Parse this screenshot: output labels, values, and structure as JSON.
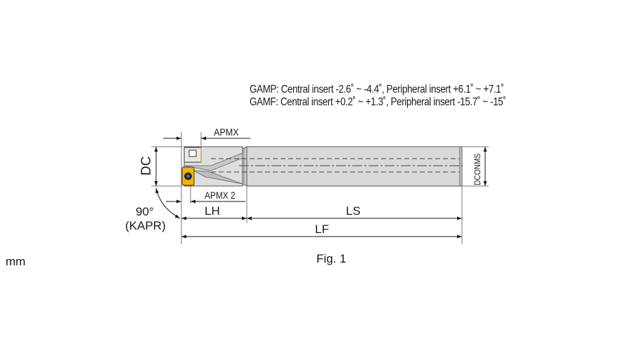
{
  "notes": {
    "gamp": "GAMP: Central insert -2.6˚ ~ -4.4˚, Peripheral insert +6.1˚ ~ +7.1˚",
    "gamf": "GAMF: Central insert +0.2˚ ~ +1.3˚, Peripheral insert -15.7˚ ~ -15˚"
  },
  "unit": "mm",
  "figure_caption": "Fig. 1",
  "dimensions": {
    "apmx": "APMX",
    "apmx2": "APMX 2",
    "dc": "DC",
    "dconms": "DCONMS",
    "kapr_angle": "90°",
    "kapr": "(KAPR)",
    "lh": "LH",
    "ls": "LS",
    "lf": "LF"
  },
  "colors": {
    "body_fill": "#d9d9d9",
    "insert_gold": "#f0b400",
    "line": "#1a1a1a"
  }
}
